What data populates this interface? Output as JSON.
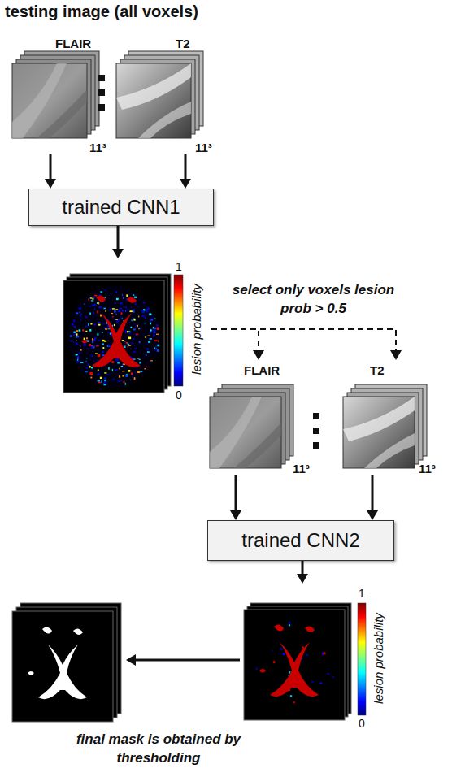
{
  "diagram": {
    "title": "testing image (all voxels)",
    "nodes": [
      {
        "text": [
          "FLAIR",
          "11³"
        ]
      },
      {
        "text": [
          "T2",
          "11³"
        ]
      },
      {
        "text": [
          "trained CNN1"
        ]
      },
      {
        "text": [
          "1",
          "lesion probability",
          "0"
        ]
      },
      {
        "text": [
          "FLAIR",
          "11³"
        ]
      },
      {
        "text": [
          "T2",
          "11³"
        ]
      },
      {
        "text": [
          "trained CNN2"
        ]
      },
      {
        "text": [
          "1",
          "lesion probability",
          "0"
        ]
      },
      {
        "text": [
          "final mask is obtained by thresholding"
        ]
      }
    ],
    "edges": [
      {
        "from": 0,
        "to": 2,
        "arrow": "to"
      },
      {
        "from": 1,
        "to": 2,
        "arrow": "to"
      },
      {
        "from": 2,
        "to": 3,
        "arrow": "to"
      },
      {
        "from": 3,
        "to": 4,
        "arrow": "to"
      },
      {
        "from": 3,
        "to": 5,
        "arrow": "to"
      },
      {
        "from": 4,
        "to": 6,
        "arrow": "to"
      },
      {
        "from": 5,
        "to": 6,
        "arrow": "to"
      },
      {
        "from": 6,
        "to": 7,
        "arrow": "to"
      },
      {
        "from": 7,
        "to": 8,
        "arrow": "to"
      }
    ],
    "labels": [
      "select only voxels lesion prob > 0.5"
    ]
  }
}
